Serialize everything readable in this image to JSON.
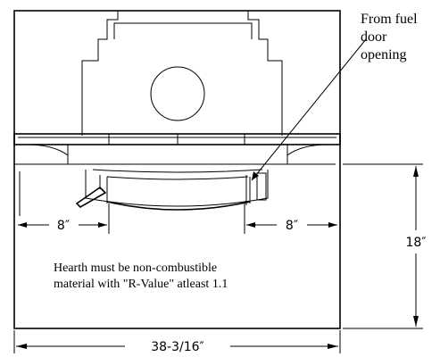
{
  "labels": {
    "fuel_door_line1": "From fuel",
    "fuel_door_line2": "door",
    "fuel_door_line3": "opening",
    "hearth_note_line1": "Hearth must be non-combustible",
    "hearth_note_line2": "material with \"R-Value\" atleast 1.1"
  },
  "dimensions": {
    "left_clearance": "8″",
    "right_clearance": "8″",
    "depth": "18″",
    "width": "38-3/16″"
  }
}
